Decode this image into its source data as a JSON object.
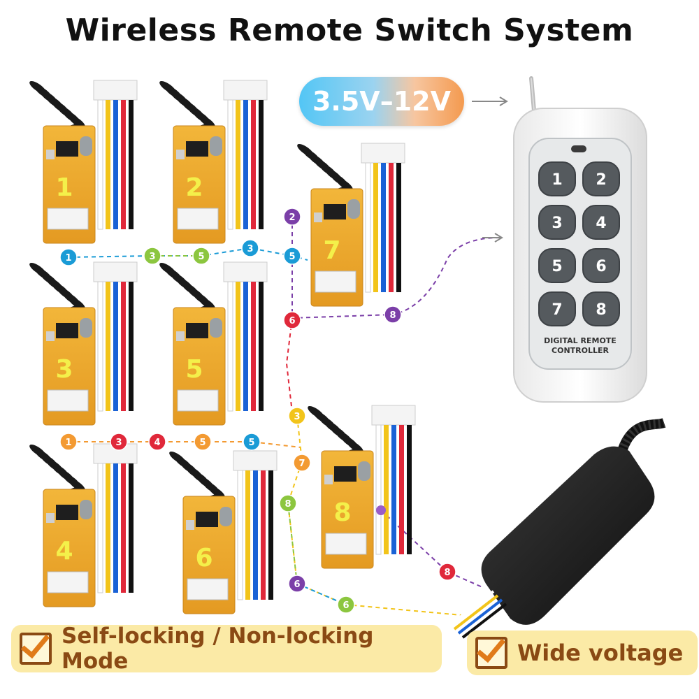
{
  "title": "Wireless Remote Switch System",
  "voltage": "3.5V–12V",
  "remote": {
    "caption_line1": "DIGITAL REMOTE",
    "caption_line2": "CONTROLLER",
    "buttons": [
      "1",
      "2",
      "3",
      "4",
      "5",
      "6",
      "7",
      "8"
    ]
  },
  "modules": [
    "1",
    "2",
    "3",
    "4",
    "5",
    "6",
    "7",
    "8"
  ],
  "features": {
    "left": "Self-locking / Non-locking Mode",
    "right": "Wide voltage"
  },
  "badges": [
    "1",
    "3",
    "5",
    "3",
    "5",
    "2",
    "6",
    "8",
    "1",
    "3",
    "4",
    "5",
    "5",
    "3",
    "7",
    "8",
    "6",
    "6",
    "8"
  ],
  "colors": {
    "blue": "#1a9bd6",
    "green": "#8cc63f",
    "purple": "#7b3fa8",
    "red": "#e0283a",
    "orange": "#f39a32",
    "yellow": "#f2c41a",
    "banner": "#fbeaa6",
    "banner_text": "#8a4a14"
  }
}
